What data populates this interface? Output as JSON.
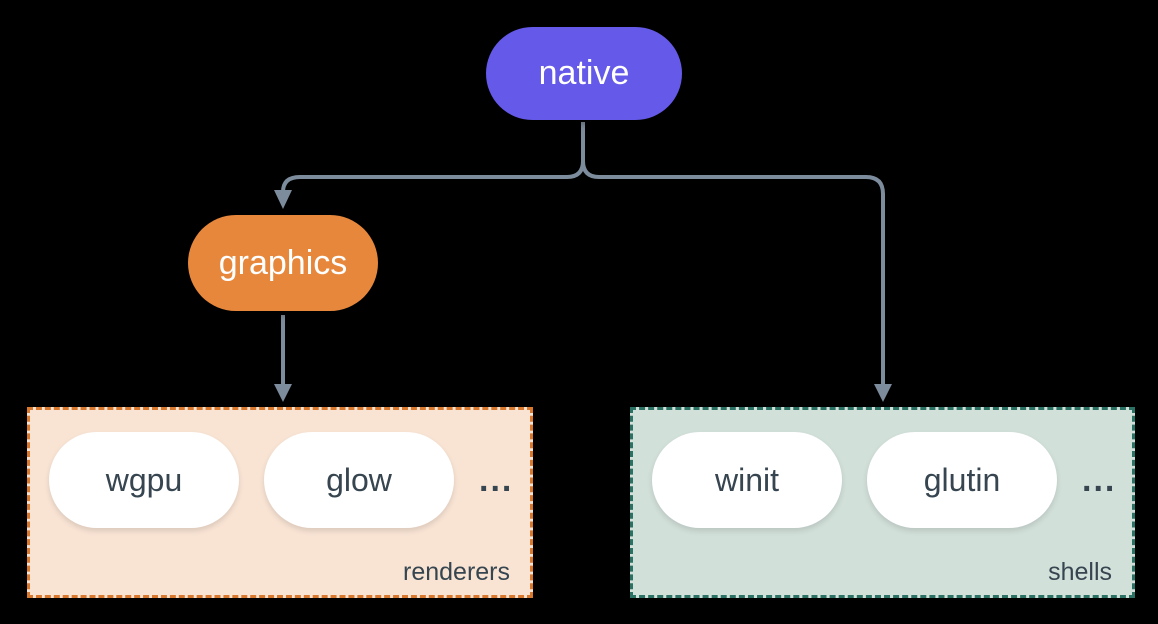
{
  "colors": {
    "background": "#000000",
    "connector": "#7d8c9c",
    "native_fill": "#6459e8",
    "graphics_fill": "#e6873c",
    "renderers_bg": "#f9e4d4",
    "renderers_border": "#d9782f",
    "shells_bg": "#d2e0da",
    "shells_border": "#2b7264",
    "pill_bg": "#ffffff",
    "text_light": "#ffffff",
    "text_dark": "#36454f"
  },
  "nodes": {
    "native": {
      "label": "native"
    },
    "graphics": {
      "label": "graphics"
    }
  },
  "groups": {
    "renderers": {
      "label": "renderers",
      "items": [
        "wgpu",
        "glow"
      ],
      "more": "..."
    },
    "shells": {
      "label": "shells",
      "items": [
        "winit",
        "glutin"
      ],
      "more": "..."
    }
  }
}
